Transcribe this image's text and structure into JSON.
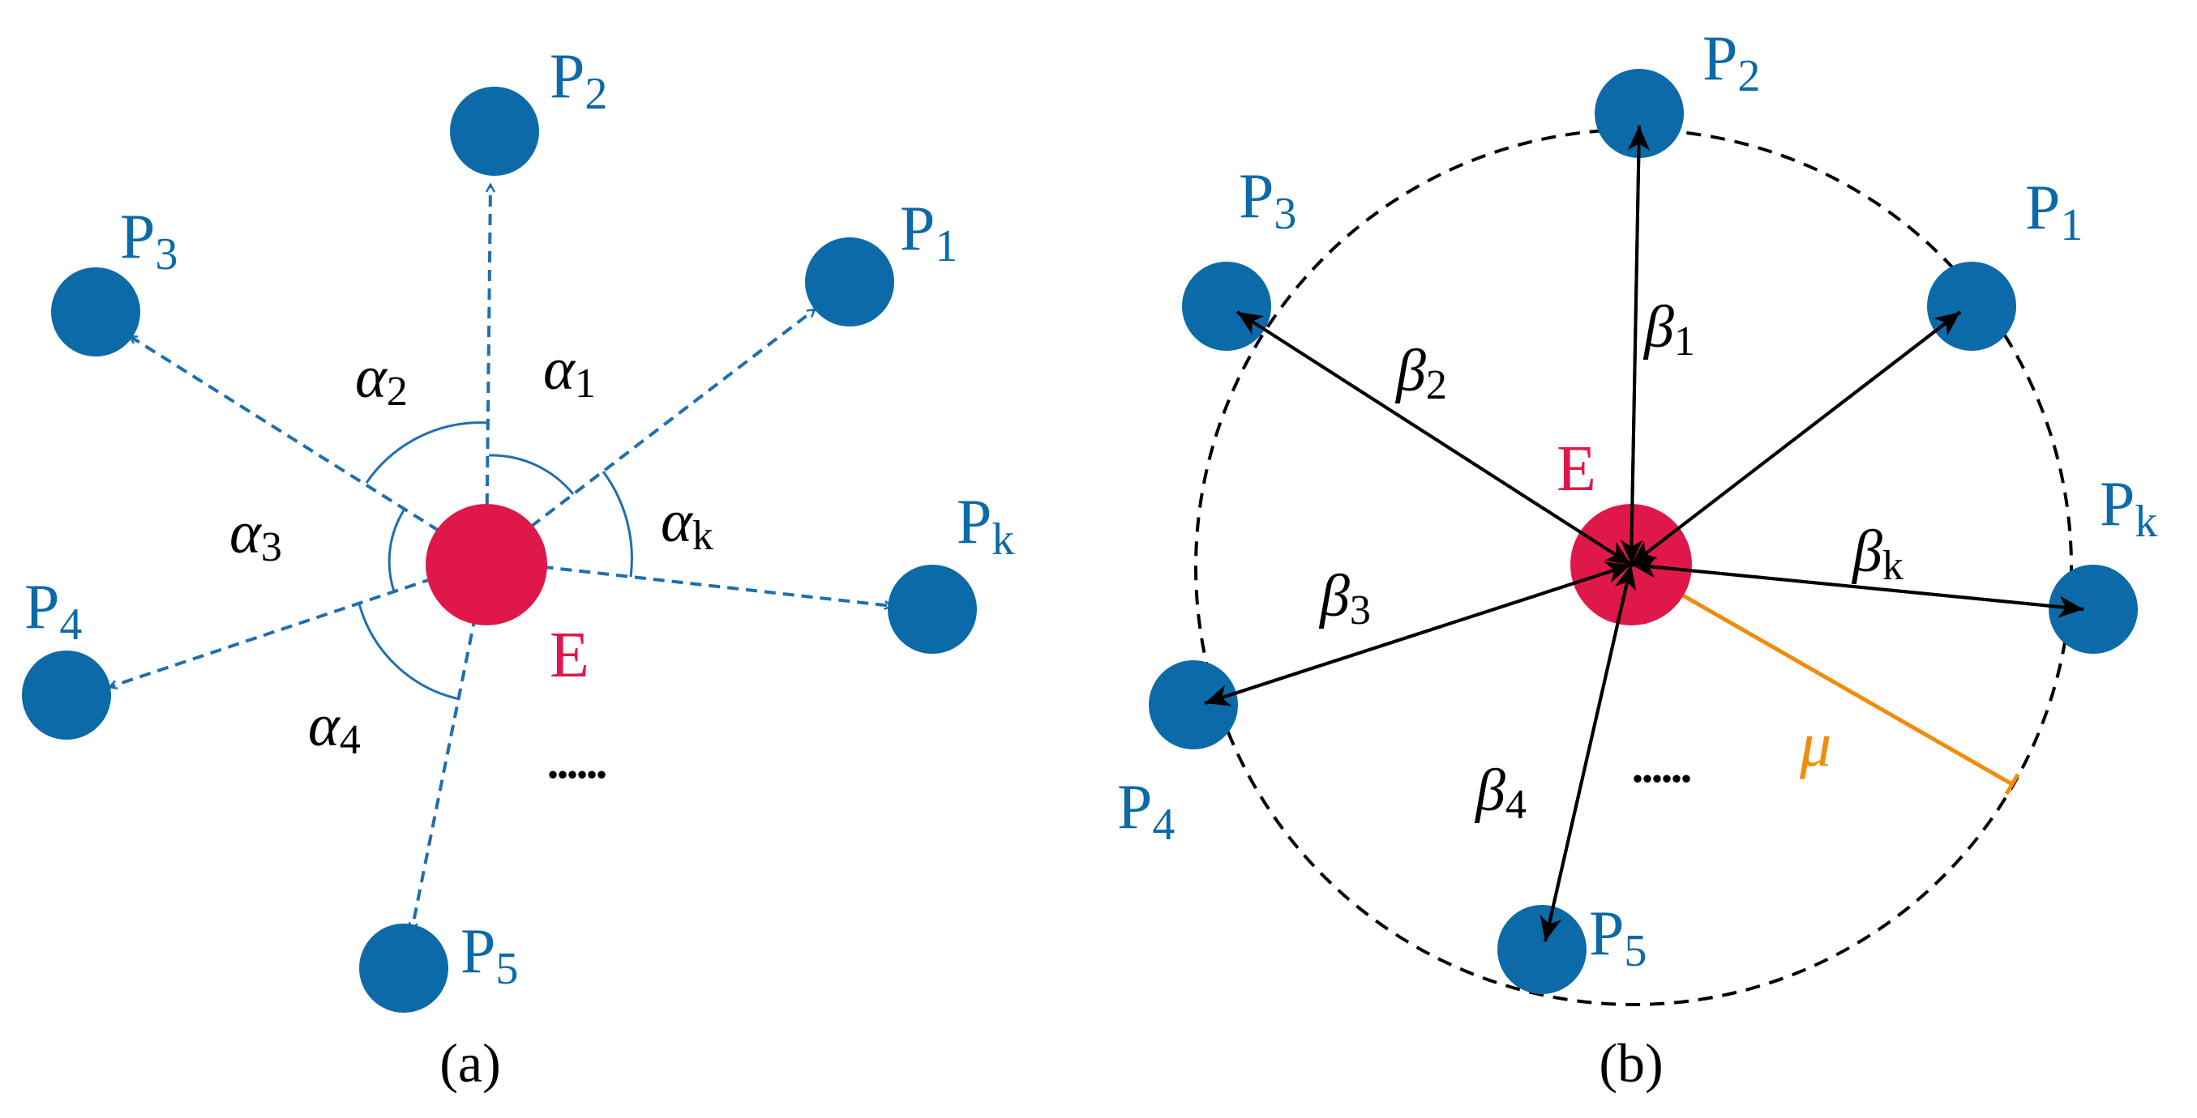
{
  "colors": {
    "node_blue": "#0c6aa8",
    "node_red": "#e0184a",
    "dashed_blue": "#1f6fae",
    "arrow_black": "#000000",
    "radius_orange": "#f08c0a",
    "dashed_circle": "#000000"
  },
  "panel_a": {
    "caption": "(a)",
    "center_label": "E",
    "ellipsis": "......",
    "nodes": [
      {
        "id": "p2",
        "letter": "P",
        "sub": "2"
      },
      {
        "id": "p3",
        "letter": "P",
        "sub": "3"
      },
      {
        "id": "p1",
        "letter": "P",
        "sub": "1"
      },
      {
        "id": "pk",
        "letter": "P",
        "sub": "k"
      },
      {
        "id": "p4",
        "letter": "P",
        "sub": "4"
      },
      {
        "id": "p5",
        "letter": "P",
        "sub": "5"
      }
    ],
    "angles": [
      {
        "id": "a1",
        "symbol": "α",
        "sub": "1"
      },
      {
        "id": "a2",
        "symbol": "α",
        "sub": "2"
      },
      {
        "id": "a3",
        "symbol": "α",
        "sub": "3"
      },
      {
        "id": "ak",
        "symbol": "α",
        "sub": "k"
      },
      {
        "id": "a4",
        "symbol": "α",
        "sub": "4"
      }
    ]
  },
  "panel_b": {
    "caption": "(b)",
    "center_label": "E",
    "ellipsis": "......",
    "radius_label": "μ",
    "nodes": [
      {
        "id": "p2",
        "letter": "P",
        "sub": "2"
      },
      {
        "id": "p3",
        "letter": "P",
        "sub": "3"
      },
      {
        "id": "p1",
        "letter": "P",
        "sub": "1"
      },
      {
        "id": "pk",
        "letter": "P",
        "sub": "k"
      },
      {
        "id": "p4",
        "letter": "P",
        "sub": "4"
      },
      {
        "id": "p5",
        "letter": "P",
        "sub": "5"
      }
    ],
    "weights": [
      {
        "id": "b1",
        "symbol": "β",
        "sub": "1"
      },
      {
        "id": "b2",
        "symbol": "β",
        "sub": "2"
      },
      {
        "id": "b3",
        "symbol": "β",
        "sub": "3"
      },
      {
        "id": "bk",
        "symbol": "β",
        "sub": "k"
      },
      {
        "id": "b4",
        "symbol": "β",
        "sub": "4"
      }
    ]
  }
}
